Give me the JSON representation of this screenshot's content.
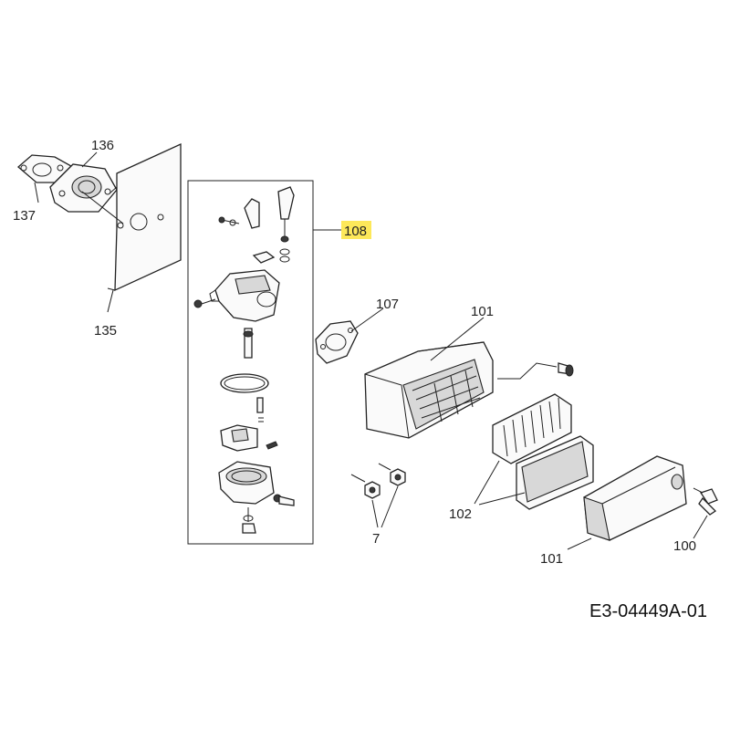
{
  "diagram": {
    "drawing_code": "E3-04449A-01",
    "highlight_color": "#fde85a",
    "parts": [
      {
        "number": "136",
        "name": "intake-spacer"
      },
      {
        "number": "137",
        "name": "intake-gasket"
      },
      {
        "number": "135",
        "name": "heat-shield-plate"
      },
      {
        "number": "108",
        "name": "carburetor-assembly",
        "highlighted": true
      },
      {
        "number": "107",
        "name": "carburetor-gasket"
      },
      {
        "number": "101",
        "name": "air-filter-housing"
      },
      {
        "number": "7",
        "name": "hex-nut"
      },
      {
        "number": "102",
        "name": "air-filter-element"
      },
      {
        "number": "101",
        "name": "air-filter-cover"
      },
      {
        "number": "100",
        "name": "cover-knob"
      }
    ]
  }
}
